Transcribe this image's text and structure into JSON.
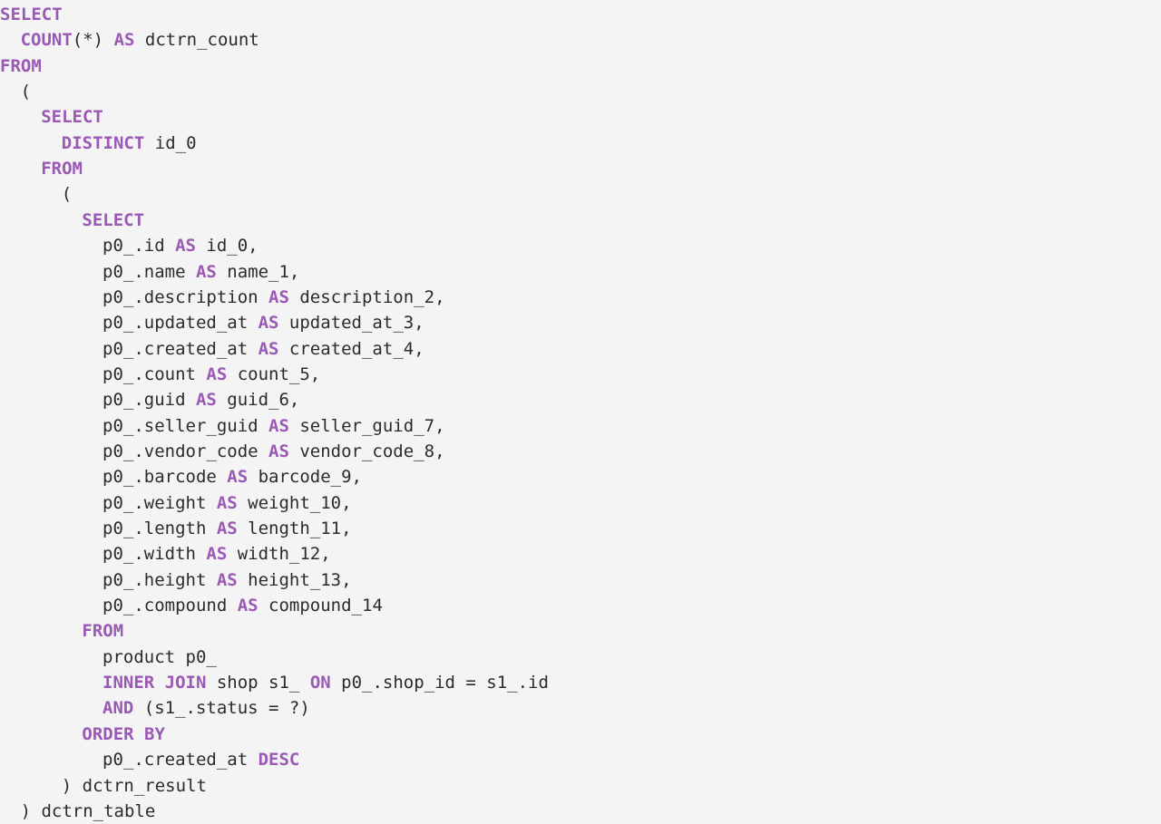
{
  "theme": {
    "background": "#f4f4f4",
    "text_color": "#2b2b2b",
    "keyword_color": "#9b59b6"
  },
  "lines": [
    {
      "indent": 0,
      "tokens": [
        {
          "t": "SELECT",
          "k": 1
        }
      ]
    },
    {
      "indent": 1,
      "tokens": [
        {
          "t": "COUNT",
          "k": 1
        },
        {
          "t": "(*) ",
          "k": 0
        },
        {
          "t": "AS",
          "k": 1
        },
        {
          "t": " dctrn_count",
          "k": 0
        }
      ]
    },
    {
      "indent": 0,
      "tokens": [
        {
          "t": "FROM",
          "k": 1
        }
      ]
    },
    {
      "indent": 1,
      "tokens": [
        {
          "t": "(",
          "k": 0
        }
      ]
    },
    {
      "indent": 2,
      "tokens": [
        {
          "t": "SELECT",
          "k": 1
        }
      ]
    },
    {
      "indent": 3,
      "tokens": [
        {
          "t": "DISTINCT",
          "k": 1
        },
        {
          "t": " id_0",
          "k": 0
        }
      ]
    },
    {
      "indent": 2,
      "tokens": [
        {
          "t": "FROM",
          "k": 1
        }
      ]
    },
    {
      "indent": 3,
      "tokens": [
        {
          "t": "(",
          "k": 0
        }
      ]
    },
    {
      "indent": 4,
      "tokens": [
        {
          "t": "SELECT",
          "k": 1
        }
      ]
    },
    {
      "indent": 5,
      "tokens": [
        {
          "t": "p0_.id ",
          "k": 0
        },
        {
          "t": "AS",
          "k": 1
        },
        {
          "t": " id_0,",
          "k": 0
        }
      ]
    },
    {
      "indent": 5,
      "tokens": [
        {
          "t": "p0_.name ",
          "k": 0
        },
        {
          "t": "AS",
          "k": 1
        },
        {
          "t": " name_1,",
          "k": 0
        }
      ]
    },
    {
      "indent": 5,
      "tokens": [
        {
          "t": "p0_.description ",
          "k": 0
        },
        {
          "t": "AS",
          "k": 1
        },
        {
          "t": " description_2,",
          "k": 0
        }
      ]
    },
    {
      "indent": 5,
      "tokens": [
        {
          "t": "p0_.updated_at ",
          "k": 0
        },
        {
          "t": "AS",
          "k": 1
        },
        {
          "t": " updated_at_3,",
          "k": 0
        }
      ]
    },
    {
      "indent": 5,
      "tokens": [
        {
          "t": "p0_.created_at ",
          "k": 0
        },
        {
          "t": "AS",
          "k": 1
        },
        {
          "t": " created_at_4,",
          "k": 0
        }
      ]
    },
    {
      "indent": 5,
      "tokens": [
        {
          "t": "p0_.count ",
          "k": 0
        },
        {
          "t": "AS",
          "k": 1
        },
        {
          "t": " count_5,",
          "k": 0
        }
      ]
    },
    {
      "indent": 5,
      "tokens": [
        {
          "t": "p0_.guid ",
          "k": 0
        },
        {
          "t": "AS",
          "k": 1
        },
        {
          "t": " guid_6,",
          "k": 0
        }
      ]
    },
    {
      "indent": 5,
      "tokens": [
        {
          "t": "p0_.seller_guid ",
          "k": 0
        },
        {
          "t": "AS",
          "k": 1
        },
        {
          "t": " seller_guid_7,",
          "k": 0
        }
      ]
    },
    {
      "indent": 5,
      "tokens": [
        {
          "t": "p0_.vendor_code ",
          "k": 0
        },
        {
          "t": "AS",
          "k": 1
        },
        {
          "t": " vendor_code_8,",
          "k": 0
        }
      ]
    },
    {
      "indent": 5,
      "tokens": [
        {
          "t": "p0_.barcode ",
          "k": 0
        },
        {
          "t": "AS",
          "k": 1
        },
        {
          "t": " barcode_9,",
          "k": 0
        }
      ]
    },
    {
      "indent": 5,
      "tokens": [
        {
          "t": "p0_.weight ",
          "k": 0
        },
        {
          "t": "AS",
          "k": 1
        },
        {
          "t": " weight_10,",
          "k": 0
        }
      ]
    },
    {
      "indent": 5,
      "tokens": [
        {
          "t": "p0_.length ",
          "k": 0
        },
        {
          "t": "AS",
          "k": 1
        },
        {
          "t": " length_11,",
          "k": 0
        }
      ]
    },
    {
      "indent": 5,
      "tokens": [
        {
          "t": "p0_.width ",
          "k": 0
        },
        {
          "t": "AS",
          "k": 1
        },
        {
          "t": " width_12,",
          "k": 0
        }
      ]
    },
    {
      "indent": 5,
      "tokens": [
        {
          "t": "p0_.height ",
          "k": 0
        },
        {
          "t": "AS",
          "k": 1
        },
        {
          "t": " height_13,",
          "k": 0
        }
      ]
    },
    {
      "indent": 5,
      "tokens": [
        {
          "t": "p0_.compound ",
          "k": 0
        },
        {
          "t": "AS",
          "k": 1
        },
        {
          "t": " compound_14",
          "k": 0
        }
      ]
    },
    {
      "indent": 4,
      "tokens": [
        {
          "t": "FROM",
          "k": 1
        }
      ]
    },
    {
      "indent": 5,
      "tokens": [
        {
          "t": "product p0_",
          "k": 0
        }
      ]
    },
    {
      "indent": 5,
      "tokens": [
        {
          "t": "INNER",
          "k": 1
        },
        {
          "t": " ",
          "k": 0
        },
        {
          "t": "JOIN",
          "k": 1
        },
        {
          "t": " shop s1_ ",
          "k": 0
        },
        {
          "t": "ON",
          "k": 1
        },
        {
          "t": " p0_.shop_id = s1_.id",
          "k": 0
        }
      ]
    },
    {
      "indent": 5,
      "tokens": [
        {
          "t": "AND",
          "k": 1
        },
        {
          "t": " (s1_.status = ?)",
          "k": 0
        }
      ]
    },
    {
      "indent": 4,
      "tokens": [
        {
          "t": "ORDER BY",
          "k": 1
        }
      ]
    },
    {
      "indent": 5,
      "tokens": [
        {
          "t": "p0_.created_at ",
          "k": 0
        },
        {
          "t": "DESC",
          "k": 1
        }
      ]
    },
    {
      "indent": 3,
      "tokens": [
        {
          "t": ") dctrn_result",
          "k": 0
        }
      ]
    },
    {
      "indent": 1,
      "tokens": [
        {
          "t": ") dctrn_table",
          "k": 0
        }
      ]
    }
  ]
}
